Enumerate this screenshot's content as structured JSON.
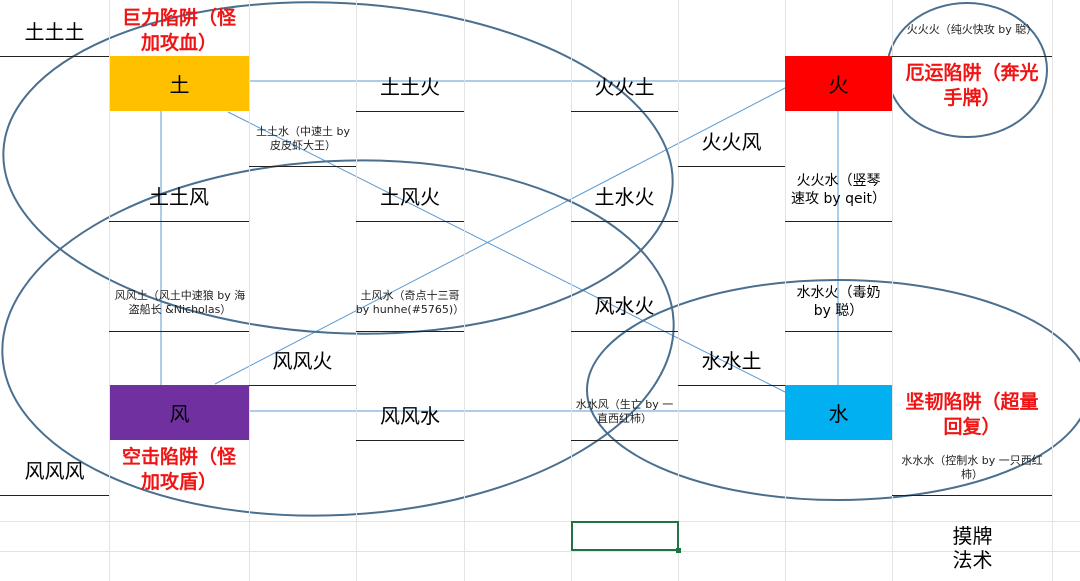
{
  "colors": {
    "earth": "#ffc000",
    "fire": "#ff0000",
    "wind": "#7030a0",
    "water": "#00b0f0",
    "connector": "#5b9bd5",
    "ellipse": "#4a6f8f",
    "trap_text": "#f01414"
  },
  "nodes": {
    "earth": "土",
    "fire": "火",
    "wind": "风",
    "water": "水"
  },
  "traps": {
    "earth": "巨力陷阱（怪\n加攻血）",
    "fire": "厄运陷阱（奔光\n手牌）",
    "wind": "空击陷阱（怪\n加攻盾）",
    "water": "坚韧陷阱（超量\n回复）"
  },
  "combos": {
    "eee": "土土土",
    "eef": "土土火",
    "ffe": "火火土",
    "eew": "土土水（中速土 by\n皮皮虾大王）",
    "ffwi": "火火风",
    "eewi": "土土风",
    "ewif": "土风火",
    "ewaf": "土水火",
    "ffw": "火火水（竖琴\n速攻 by qeit）",
    "wiwie": "风风土（风土中速狼 by 海\n盗船长 &Nicholas）",
    "ewiw": "土风水（奇点十三哥\nby hunhe(#5765)）",
    "wiwaf": "风水火",
    "wwf": "水水火（毒奶\nby 聪）",
    "wiwif": "风风火",
    "wwe": "水水土",
    "wiwiw": "风风水",
    "wwwi": "水水风（生亡 by 一\n直西红柿）",
    "wiwiwi": "风风风",
    "fff": "火火火（纯火快攻 by 聪）",
    "www": "水水水（控制水 by 一只西红\n柿）",
    "draw": "摸牌\n法术"
  }
}
